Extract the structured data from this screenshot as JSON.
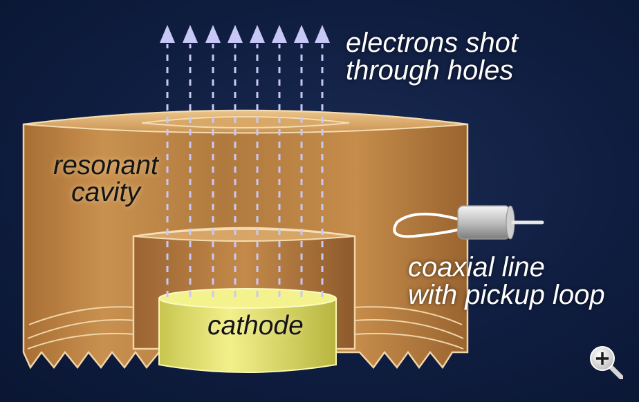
{
  "labels": {
    "electrons": [
      "electrons shot",
      "through holes"
    ],
    "cavity": [
      "resonant",
      "cavity"
    ],
    "coaxial": [
      "coaxial line",
      "with pickup loop"
    ],
    "cathode": "cathode"
  },
  "zoom_icon": "zoom-in-icon",
  "colors": {
    "background": "#0f1d40",
    "copper_light": "#e6b878",
    "copper_dark": "#9a6630",
    "cathode": "#eded7a",
    "beam": "#c8c8f8"
  }
}
